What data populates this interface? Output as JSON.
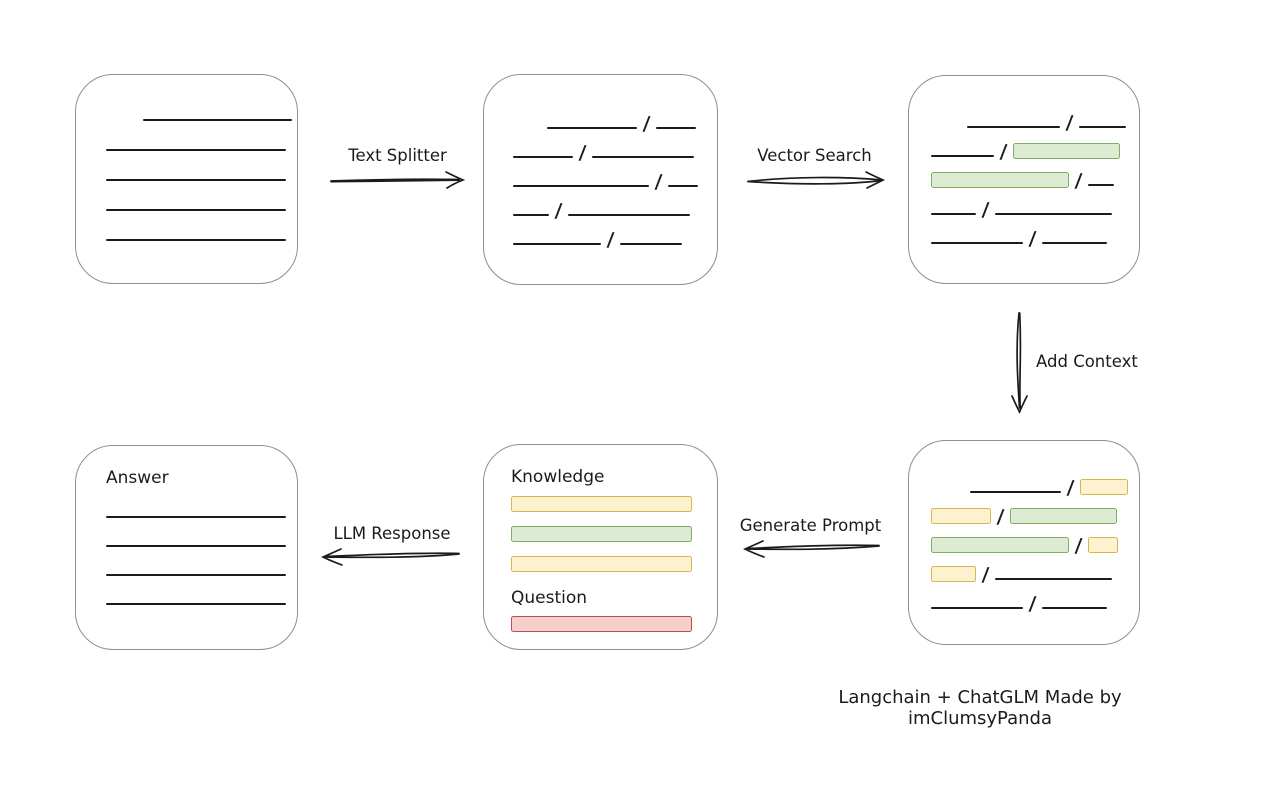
{
  "caption": "Langchain + ChatGLM Made by imClumsyPanda",
  "colors": {
    "line": "#1b1b1b",
    "box_border": "#8f8f8f",
    "green_fill": "#dcebd2",
    "green_border": "#7fae60",
    "yellow_fill": "#fcf2cf",
    "yellow_border": "#d9b54e",
    "red_fill": "#f5cfcb",
    "red_border": "#b2534e"
  },
  "arrows": {
    "text_splitter": {
      "label": "Text Splitter",
      "direction": "right"
    },
    "vector_search": {
      "label": "Vector Search",
      "direction": "right"
    },
    "add_context": {
      "label": "Add Context",
      "direction": "down"
    },
    "generate_prompt": {
      "label": "Generate Prompt",
      "direction": "left"
    },
    "llm_response": {
      "label": "LLM Response",
      "direction": "left"
    }
  },
  "boxes": {
    "document": {
      "rows": [
        [
          {
            "t": "gap",
            "w": 31
          },
          {
            "t": "line",
            "w": 149
          }
        ],
        [
          {
            "t": "line",
            "w": 180
          }
        ],
        [
          {
            "t": "line",
            "w": 180
          }
        ],
        [
          {
            "t": "line",
            "w": 180
          }
        ],
        [
          {
            "t": "line",
            "w": 180
          }
        ]
      ]
    },
    "chunks": {
      "rows": [
        [
          {
            "t": "gap",
            "w": 28
          },
          {
            "t": "line",
            "w": 90
          },
          {
            "t": "slash"
          },
          {
            "t": "line",
            "w": 40
          }
        ],
        [
          {
            "t": "line",
            "w": 60
          },
          {
            "t": "slash"
          },
          {
            "t": "line",
            "w": 102
          }
        ],
        [
          {
            "t": "line",
            "w": 136
          },
          {
            "t": "slash"
          },
          {
            "t": "line",
            "w": 30
          }
        ],
        [
          {
            "t": "line",
            "w": 36
          },
          {
            "t": "slash"
          },
          {
            "t": "line",
            "w": 122
          }
        ],
        [
          {
            "t": "line",
            "w": 88
          },
          {
            "t": "slash"
          },
          {
            "t": "line",
            "w": 62
          }
        ]
      ]
    },
    "matched_chunks": {
      "rows": [
        [
          {
            "t": "gap",
            "w": 30
          },
          {
            "t": "line",
            "w": 93
          },
          {
            "t": "slash"
          },
          {
            "t": "line",
            "w": 47
          }
        ],
        [
          {
            "t": "line",
            "w": 63
          },
          {
            "t": "slash"
          },
          {
            "t": "green",
            "w": 107
          }
        ],
        [
          {
            "t": "green",
            "w": 138
          },
          {
            "t": "slash"
          },
          {
            "t": "line",
            "w": 26
          }
        ],
        [
          {
            "t": "line",
            "w": 45
          },
          {
            "t": "slash"
          },
          {
            "t": "line",
            "w": 117
          }
        ],
        [
          {
            "t": "line",
            "w": 92
          },
          {
            "t": "slash"
          },
          {
            "t": "line",
            "w": 65
          }
        ]
      ]
    },
    "context_chunks": {
      "rows": [
        [
          {
            "t": "gap",
            "w": 33
          },
          {
            "t": "line",
            "w": 91
          },
          {
            "t": "slash"
          },
          {
            "t": "yellow",
            "w": 48
          }
        ],
        [
          {
            "t": "yellow",
            "w": 60
          },
          {
            "t": "slash"
          },
          {
            "t": "green",
            "w": 107
          }
        ],
        [
          {
            "t": "green",
            "w": 138
          },
          {
            "t": "slash"
          },
          {
            "t": "yellow",
            "w": 30
          }
        ],
        [
          {
            "t": "yellow",
            "w": 45
          },
          {
            "t": "slash"
          },
          {
            "t": "line",
            "w": 117
          }
        ],
        [
          {
            "t": "line",
            "w": 92
          },
          {
            "t": "slash"
          },
          {
            "t": "line",
            "w": 65
          }
        ]
      ]
    },
    "prompt": {
      "knowledge_label": "Knowledge",
      "knowledge_bars": [
        {
          "color": "yellow"
        },
        {
          "color": "green"
        },
        {
          "color": "yellow"
        }
      ],
      "question_label": "Question",
      "question_bars": [
        {
          "color": "red"
        }
      ]
    },
    "answer": {
      "label": "Answer",
      "line_count": 4
    }
  }
}
